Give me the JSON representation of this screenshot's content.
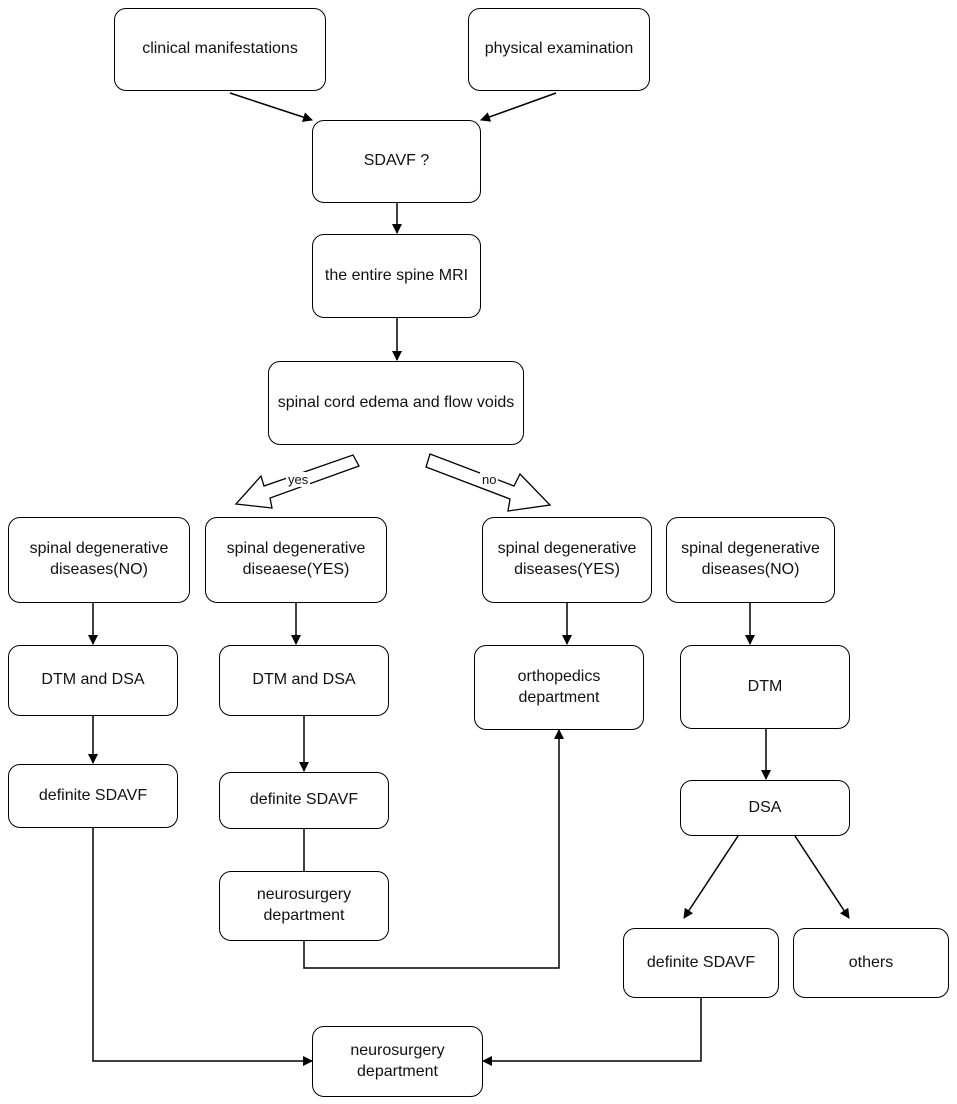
{
  "nodes": {
    "clinical": "clinical manifestations",
    "physical": "physical examination",
    "sdavf_q": "SDAVF ?",
    "mri": "the entire spine MRI",
    "edema": "spinal cord edema and flow voids",
    "deg_no_left": "spinal degenerative diseases(NO)",
    "deg_yes_left": "spinal degenerative diseaese(YES)",
    "deg_yes_right": "spinal degenerative diseases(YES)",
    "deg_no_right": "spinal degenerative diseases(NO)",
    "dtm_dsa_1": "DTM and DSA",
    "dtm_dsa_2": "DTM and DSA",
    "ortho": "orthopedics department",
    "dtm": "DTM",
    "definite_1": "definite SDAVF",
    "definite_2": "definite SDAVF",
    "dsa": "DSA",
    "neuro_mid": "neurosurgery department",
    "definite_3": "definite SDAVF",
    "others": "others",
    "neuro_bottom": "neurosurgery department"
  },
  "labels": {
    "yes": "yes",
    "no": "no"
  }
}
